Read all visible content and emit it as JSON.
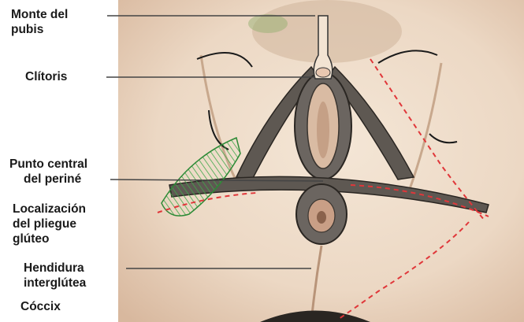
{
  "figure": {
    "labels": [
      {
        "id": "monte-del-pubis",
        "lines": [
          "Monte del",
          "pubis"
        ]
      },
      {
        "id": "clitoris",
        "lines": [
          "Clítoris"
        ]
      },
      {
        "id": "punto-central",
        "lines": [
          "Punto central",
          "del periné"
        ]
      },
      {
        "id": "localizacion",
        "lines": [
          "Localización",
          "del pliegue",
          "glúteo"
        ]
      },
      {
        "id": "hendidura",
        "lines": [
          "Hendidura",
          "interglútea"
        ]
      },
      {
        "id": "coccix",
        "lines": [
          "Cóccix"
        ]
      }
    ],
    "colors": {
      "skin": "#eedccb",
      "skin_shadow": "#d9bba3",
      "muscle": "#3a3530",
      "muscle_fill": "#6b6560",
      "incision_dash": "#e0373a",
      "hatch": "#3fa84a",
      "leader": "#444444",
      "label_text": "#1a1a1a"
    }
  }
}
